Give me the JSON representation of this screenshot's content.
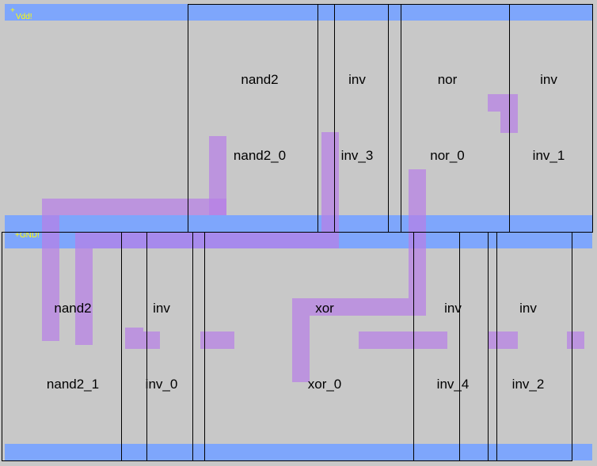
{
  "canvas": {
    "background": "#c8c8c8",
    "rail_color": "#7ea6fc",
    "wire_color": "#b780e6",
    "pin_label_color": "#ffff00"
  },
  "pins": {
    "vdd": {
      "plus": "+",
      "name": "Vdd!"
    },
    "gnd": {
      "name": "+GND!"
    }
  },
  "top_row": [
    {
      "type": "nand2",
      "instance": "nand2_0"
    },
    {
      "type": "inv",
      "instance": "inv_3"
    },
    {
      "type": "nor",
      "instance": "nor_0"
    },
    {
      "type": "inv",
      "instance": "inv_1"
    }
  ],
  "bottom_row": [
    {
      "type": "nand2",
      "instance": "nand2_1"
    },
    {
      "type": "inv",
      "instance": "inv_0"
    },
    {
      "type": "xor",
      "instance": "xor_0"
    },
    {
      "type": "inv",
      "instance": "inv_4"
    },
    {
      "type": "inv",
      "instance": "inv_2"
    }
  ]
}
